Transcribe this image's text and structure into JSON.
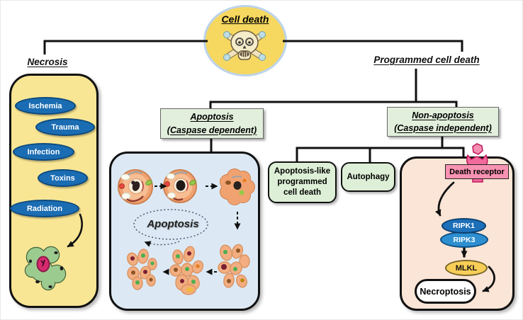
{
  "header": {
    "root_label": "Cell death"
  },
  "necrosis": {
    "title": "Necrosis",
    "causes": [
      "Ischemia",
      "Trauma",
      "Infection",
      "Toxins",
      "Radiation"
    ]
  },
  "programmed": {
    "title": "Programmed cell death",
    "apoptosis_branch": {
      "line1": "Apoptosis",
      "line2": "(Caspase dependent)",
      "panel_label": "Apoptosis"
    },
    "non_apoptosis_branch": {
      "line1": "Non-apoptosis",
      "line2": "(Caspase independent)",
      "children": {
        "apoptosis_like": {
          "line1": "Apoptosis-like",
          "line2": "programmed",
          "line3": "cell death"
        },
        "autophagy": {
          "label": "Autophagy"
        }
      },
      "necroptosis_pathway": {
        "receptor_label": "Death receptor",
        "steps": [
          "RIPK1",
          "RIPK3",
          "MLKL"
        ],
        "outcome": "Necroptosis"
      }
    }
  },
  "colors": {
    "yellow_panel": "#F9E694",
    "yellow_node": "#F6D860",
    "blue_panel": "#DCE9F4",
    "pink_panel": "#FBE5D6",
    "green_label": "#E2EFDC",
    "green_child": "#DDEFD6",
    "blue_oval": "#1B6DB3",
    "pink_label": "#F792B2",
    "ripk1": "#1D6FB8",
    "ripk3": "#2E8FD0",
    "mlkl": "#F8CE57"
  }
}
